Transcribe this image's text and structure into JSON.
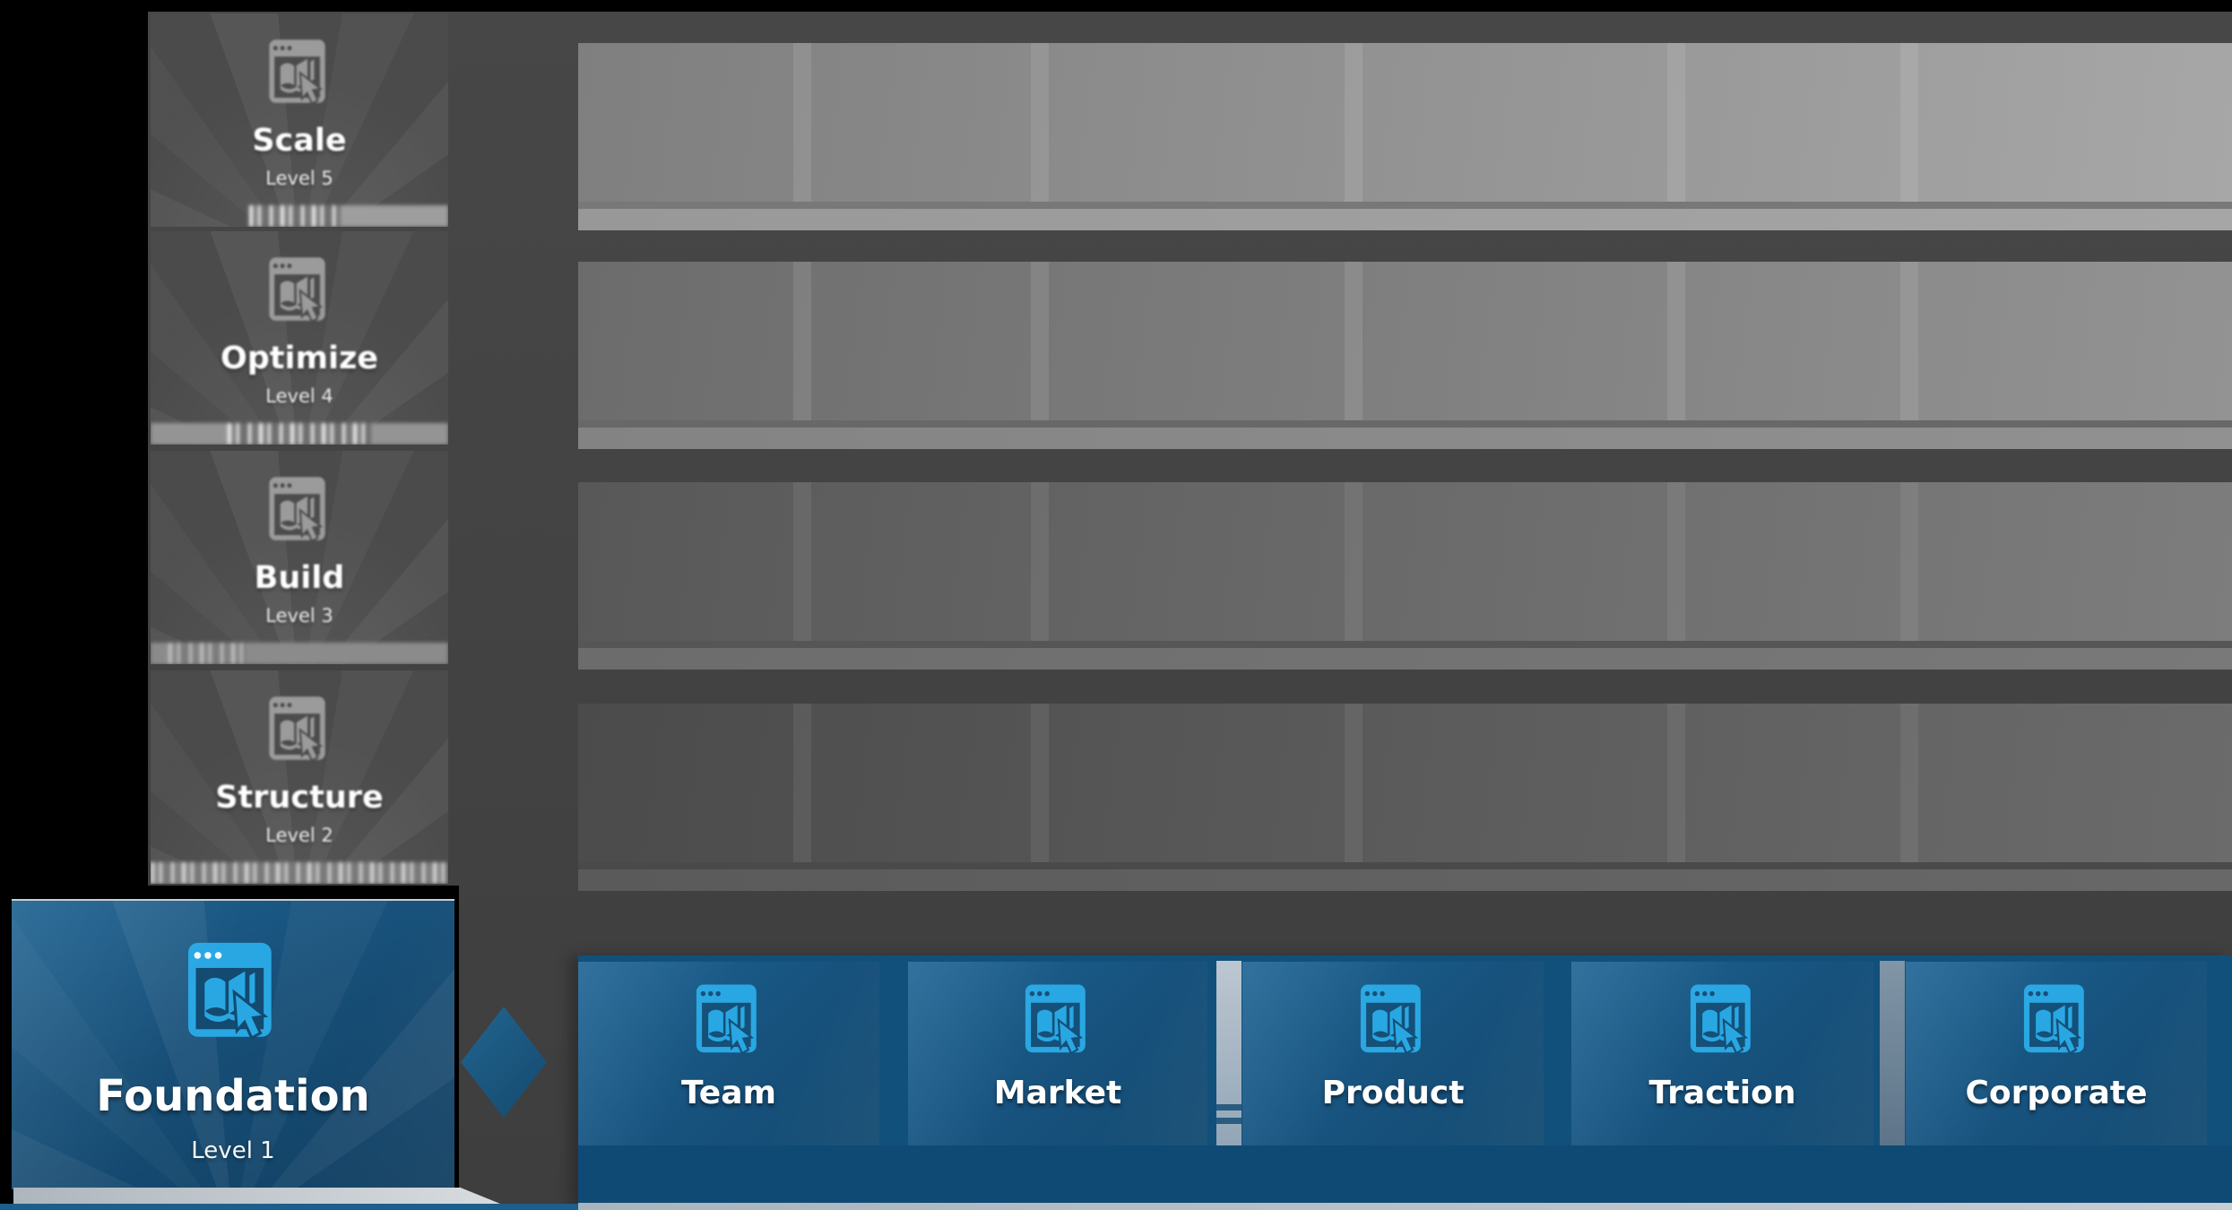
{
  "levels": [
    {
      "name": "Scale",
      "sublabel": "Level 5"
    },
    {
      "name": "Optimize",
      "sublabel": "Level 4"
    },
    {
      "name": "Build",
      "sublabel": "Level 3"
    },
    {
      "name": "Structure",
      "sublabel": "Level 2"
    }
  ],
  "active_level": {
    "name": "Foundation",
    "sublabel": "Level 1"
  },
  "categories": [
    {
      "label": "Team"
    },
    {
      "label": "Market"
    },
    {
      "label": "Product"
    },
    {
      "label": "Traction"
    },
    {
      "label": "Corporate"
    }
  ],
  "icons": {
    "tile_icon": "browser-book-cursor-icon"
  },
  "colors": {
    "accent_blue": "#29a7e3",
    "active_tile_blue": "#174f78",
    "category_row_blue": "#11507b",
    "locked_gray": "#4c4c4c",
    "silver": "#c6cdd3",
    "panel_background": "#424242",
    "black": "#000000"
  }
}
